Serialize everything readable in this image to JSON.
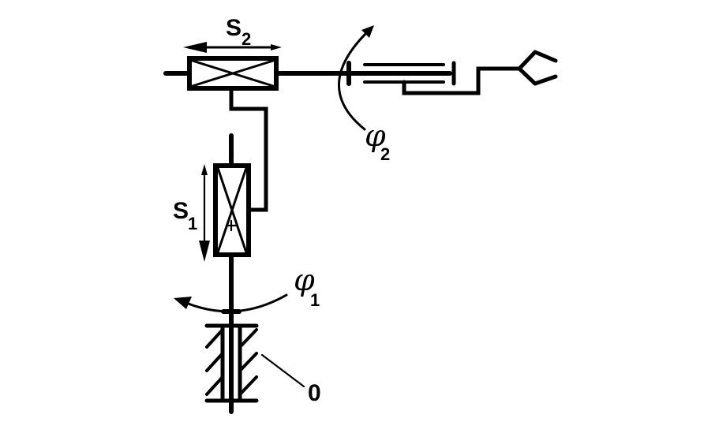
{
  "labels": {
    "s2_main": "S",
    "s2_sub": "2",
    "s1_main": "S",
    "s1_sub": "1",
    "phi2_main": "φ",
    "phi2_sub": "2",
    "phi1_main": "φ",
    "phi1_sub": "1",
    "base": "0"
  },
  "colors": {
    "ink": "#000000",
    "background": "#ffffff"
  }
}
